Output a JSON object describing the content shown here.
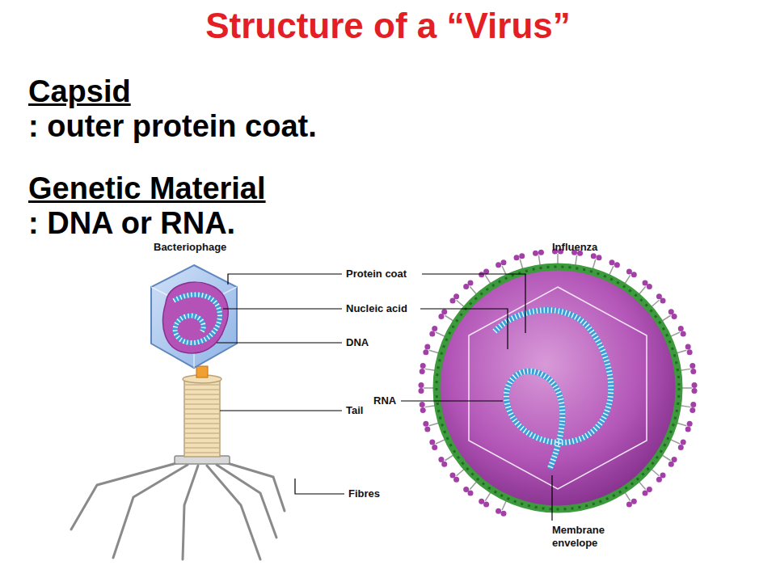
{
  "diagram": {
    "title": "Structure of a “Virus”",
    "labels": [
      "Capsid",
      ": outer protein coat.",
      "Genetic Material",
      ": DNA or RNA.",
      "Bacteriophage",
      "Influenza",
      "Protein coat",
      "Nucleic acid",
      "DNA",
      "Tail",
      "RNA",
      "Fibres",
      "Membrane envelope"
    ]
  }
}
